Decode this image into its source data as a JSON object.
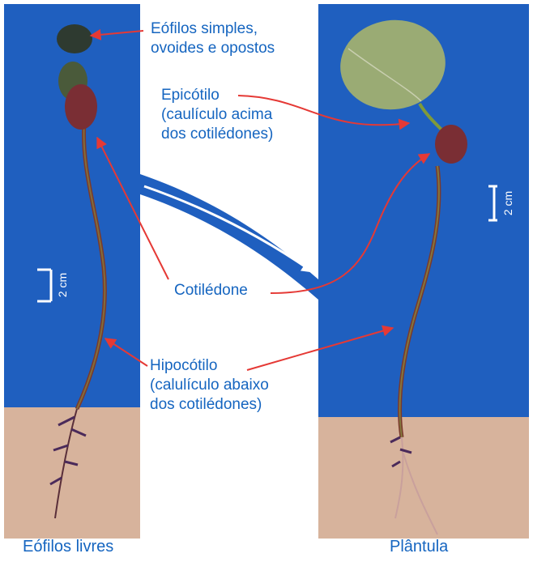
{
  "labels": {
    "eofilos_line1": "Eófilos simples,",
    "eofilos_line2": "ovoides e opostos",
    "epicotilo_line1": "Epicótilo",
    "epicotilo_line2": "(caulículo acima",
    "epicotilo_line3": "dos cotilédones)",
    "cotiledone": "Cotilédone",
    "hipocotilo_line1": "Hipocótilo",
    "hipocotilo_line2": "(calulículo abaixo",
    "hipocotilo_line3": "dos cotilédones)"
  },
  "captions": {
    "left": "Eófilos livres",
    "right": "Plântula"
  },
  "scale_bars": {
    "left": "2 cm",
    "right": "2 cm"
  },
  "colors": {
    "label_text": "#1565c0",
    "arrow": "#e53935",
    "background_blue": "#1f5fbf",
    "soil": "#d7b39c"
  }
}
